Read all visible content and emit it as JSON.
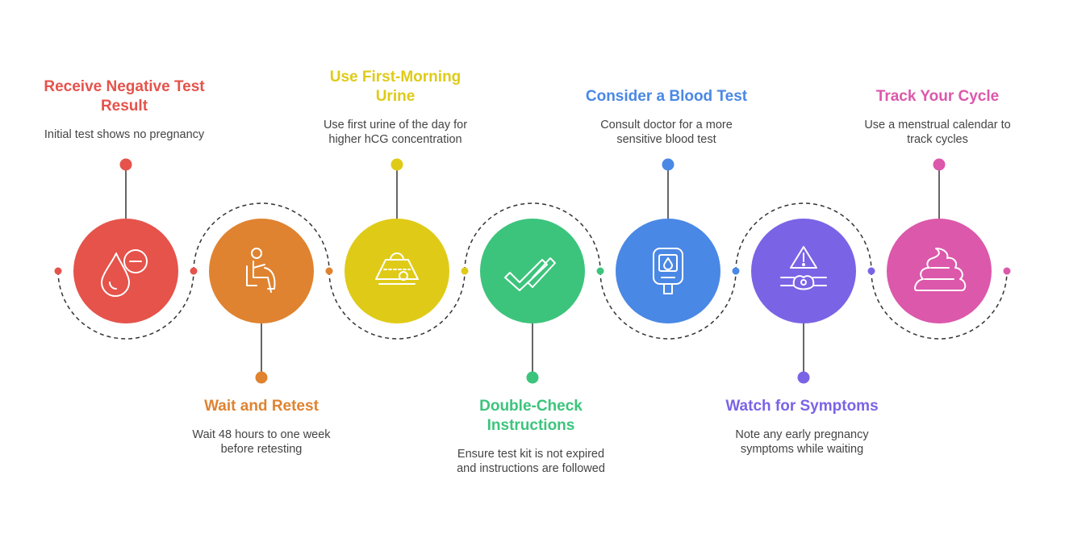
{
  "steps": [
    {
      "title": "Receive Negative Test Result",
      "description": "Initial test shows no pregnancy",
      "color": "#e5534b",
      "icon": "droplet-minus-icon",
      "position": "top"
    },
    {
      "title": "Wait and Retest",
      "description": "Wait 48 hours to one week before retesting",
      "color": "#df8330",
      "icon": "person-waiting-icon",
      "position": "bottom"
    },
    {
      "title": "Use First-Morning Urine",
      "description": "Use first urine of the day for higher hCG concentration",
      "color": "#dfcb17",
      "icon": "ultrasound-icon",
      "position": "top"
    },
    {
      "title": "Double-Check Instructions",
      "description": "Ensure test kit is not expired and instructions are followed",
      "color": "#3cc47c",
      "icon": "double-check-icon",
      "position": "bottom"
    },
    {
      "title": "Consider a Blood Test",
      "description": "Consult doctor for a more sensitive blood test",
      "color": "#4a88e5",
      "icon": "glucose-meter-icon",
      "position": "top"
    },
    {
      "title": "Watch for Symptoms",
      "description": "Note any early pregnancy symptoms while waiting",
      "color": "#7b63e6",
      "icon": "warning-alert-icon",
      "position": "bottom"
    },
    {
      "title": "Track Your Cycle",
      "description": "Use a menstrual calendar to track cycles",
      "color": "#dc58ab",
      "icon": "swirl-icon",
      "position": "top"
    }
  ]
}
